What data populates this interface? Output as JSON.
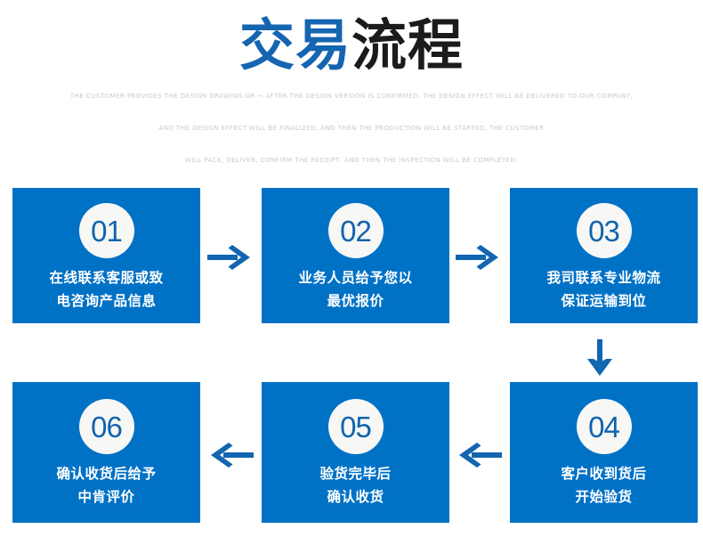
{
  "header": {
    "title_blue": "交易",
    "title_dark": "流程",
    "subtitle_lines": [
      "THE CUSTOMER PROVIDES THE DESIGN DRAWING OR → AFTER THE DESIGN VERSION IS CONFIRMED, THE DESIGN EFFECT WILL BE DELIVERED TO OUR COMPANY,",
      "AND THE DESIGN EFFECT WILL BE FINALIZED, AND THEN THE PRODUCTION WILL BE STARTED, THE CUSTOMER",
      "WILL PACK, DELIVER, CONFIRM THE RECEIPT, AND THEN THE INSPECTION WILL BE COMPLETED."
    ]
  },
  "colors": {
    "step_box": "#0072c6",
    "badge_bg": "#f7f7f5",
    "badge_text": "#0e63ae",
    "arrow": "#1265b0",
    "title_blue": "#1565b0",
    "title_dark": "#1b1b1b",
    "subtitle": "#c9cacb"
  },
  "steps": [
    {
      "number": "01",
      "line1": "在线联系客服或致",
      "line2": "电咨询产品信息"
    },
    {
      "number": "02",
      "line1": "业务人员给予您以",
      "line2": "最优报价"
    },
    {
      "number": "03",
      "line1": "我司联系专业物流",
      "line2": "保证运输到位"
    },
    {
      "number": "04",
      "line1": "客户收到货后",
      "line2": "开始验货"
    },
    {
      "number": "05",
      "line1": "验货完毕后",
      "line2": "确认收货"
    },
    {
      "number": "06",
      "line1": "确认收货后给予",
      "line2": "中肯评价"
    }
  ],
  "arrows": [
    {
      "name": "arrow-right-step1-step2",
      "direction": "right"
    },
    {
      "name": "arrow-right-step2-step3",
      "direction": "right"
    },
    {
      "name": "arrow-down-step3-step4",
      "direction": "down"
    },
    {
      "name": "arrow-left-step4-step5",
      "direction": "left"
    },
    {
      "name": "arrow-left-step5-step6",
      "direction": "left"
    }
  ]
}
